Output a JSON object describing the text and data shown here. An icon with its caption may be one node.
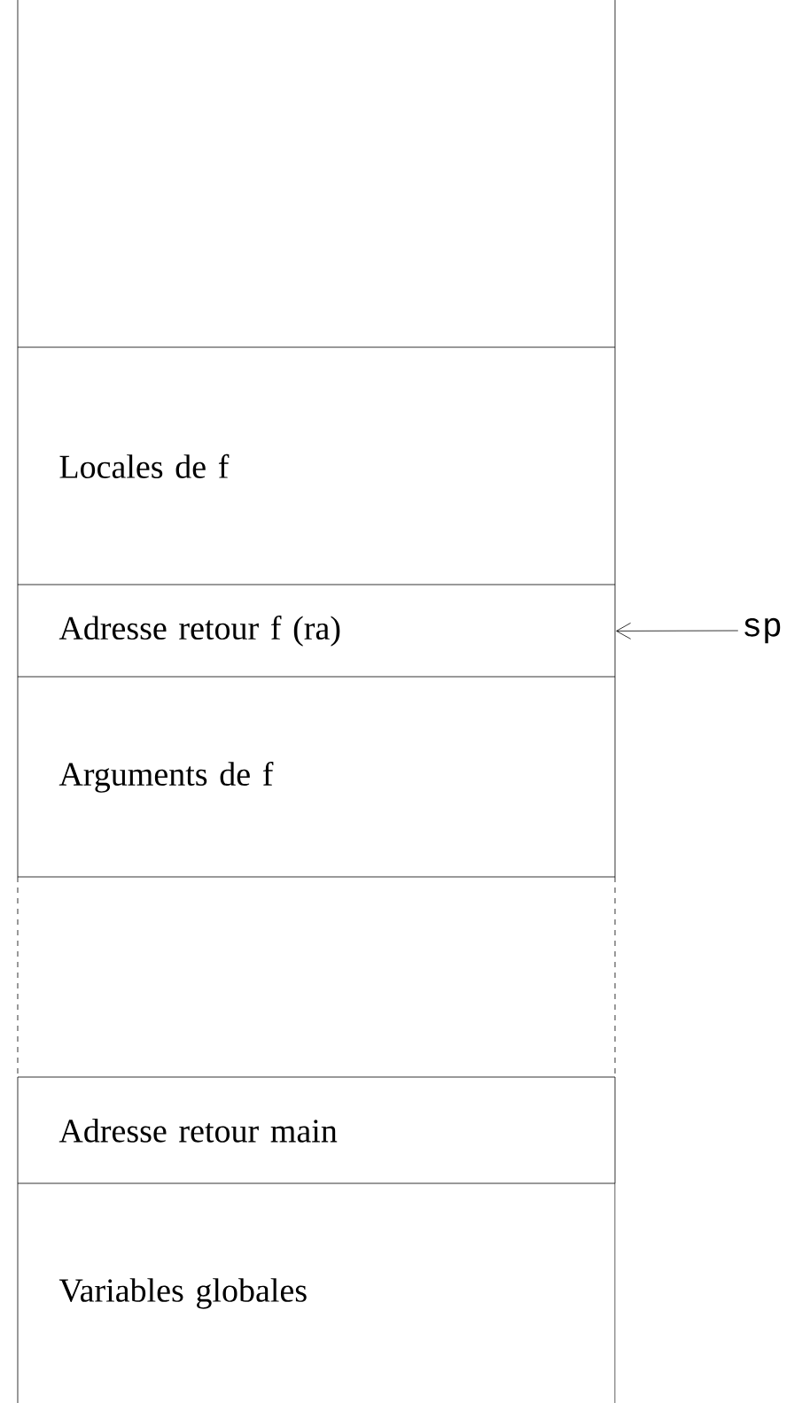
{
  "diagram": {
    "nodes": [
      {
        "text": [],
        "shape": "box"
      },
      {
        "text": [
          "Locales de f"
        ]
      },
      {
        "text": [
          "Adresse retour f (ra)"
        ]
      },
      {
        "text": [
          "Arguments de f"
        ]
      },
      {
        "text": [],
        "shape": "box"
      },
      {
        "text": [
          "Adresse retour main"
        ]
      },
      {
        "text": [
          "Variables globales"
        ]
      },
      {
        "text": [
          "sp"
        ]
      }
    ],
    "edges": [
      {
        "from": 7,
        "to": 2,
        "arrow": "to"
      }
    ]
  }
}
